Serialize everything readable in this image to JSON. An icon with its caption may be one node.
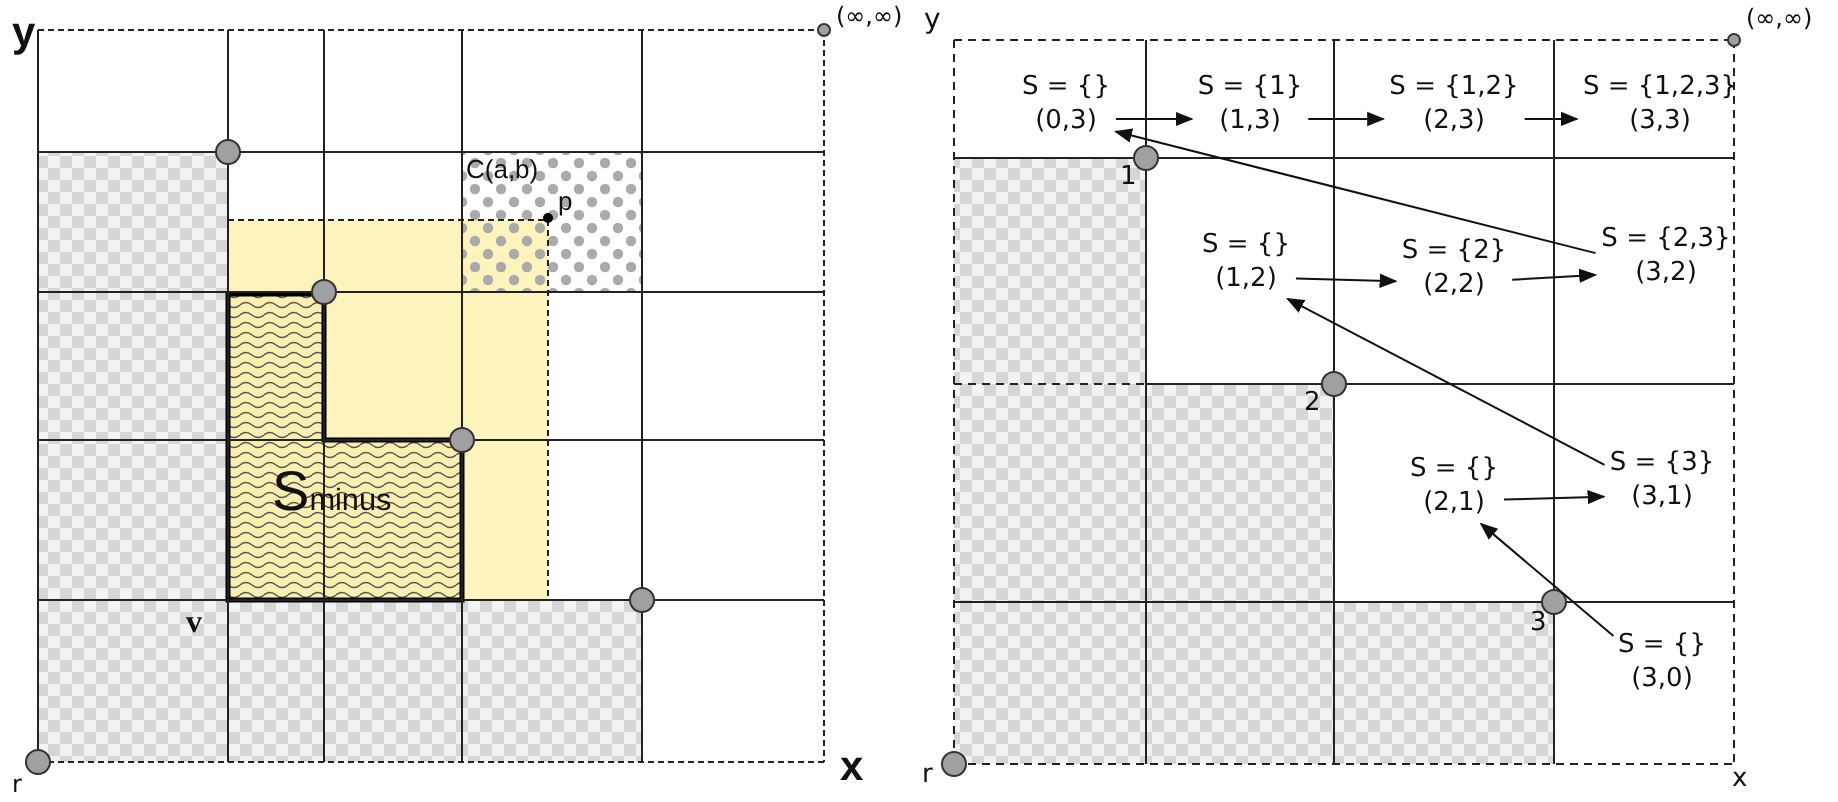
{
  "diagram": {
    "nodes": [
      {
        "text": [
          "S = {}",
          "(0,3)"
        ]
      },
      {
        "text": [
          "S = {1}",
          "(1,3)"
        ]
      },
      {
        "text": [
          "S = {1,2}",
          "(2,3)"
        ]
      },
      {
        "text": [
          "S = {1,2,3}",
          "(3,3)"
        ]
      },
      {
        "text": [
          "S = {}",
          "(1,2)"
        ]
      },
      {
        "text": [
          "S = {2}",
          "(2,2)"
        ]
      },
      {
        "text": [
          "S = {2,3}",
          "(3,2)"
        ]
      },
      {
        "text": [
          "S = {}",
          "(2,1)"
        ]
      },
      {
        "text": [
          "S = {3}",
          "(3,1)"
        ]
      },
      {
        "text": [
          "S = {}",
          "(3,0)"
        ]
      }
    ],
    "edges": [
      {
        "from": 0,
        "to": 1,
        "arrow": "to"
      },
      {
        "from": 1,
        "to": 2,
        "arrow": "to"
      },
      {
        "from": 2,
        "to": 3,
        "arrow": "to"
      },
      {
        "from": 6,
        "to": 0,
        "arrow": "to"
      },
      {
        "from": 4,
        "to": 5,
        "arrow": "to"
      },
      {
        "from": 5,
        "to": 6,
        "arrow": "to"
      },
      {
        "from": 8,
        "to": 4,
        "arrow": "to"
      },
      {
        "from": 7,
        "to": 8,
        "arrow": "to"
      },
      {
        "from": 9,
        "to": 7,
        "arrow": "to"
      }
    ],
    "labels": [
      "y",
      "(∞,∞)",
      "C(a,b)",
      "p",
      "S$_{minus}$",
      "v",
      "r",
      "x",
      "y",
      "(∞,∞)",
      "1",
      "2",
      "3",
      "r",
      "x"
    ]
  }
}
